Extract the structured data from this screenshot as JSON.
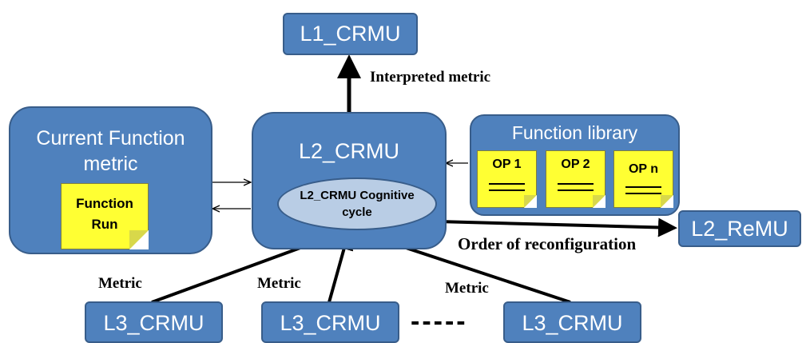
{
  "nodes": {
    "l1_crmu": "L1_CRMU",
    "l2_crmu": "L2_CRMU",
    "l2_cycle_line1": "L2_CRMU Cognitive",
    "l2_cycle_line2": "cycle",
    "current_function_line1": "Current Function",
    "current_function_line2": "metric",
    "function_run_line1": "Function",
    "function_run_line2": "Run",
    "function_library": "Function library",
    "op1": "OP 1",
    "op2": "OP 2",
    "opn": "OP n",
    "l2_remu": "L2_ReMU",
    "l3_crmu_1": "L3_CRMU",
    "l3_crmu_2": "L3_CRMU",
    "l3_crmu_3": "L3_CRMU",
    "ellipsis": "-----"
  },
  "labels": {
    "interpreted_metric": "Interpreted metric",
    "order_of_reconfiguration": "Order of reconfiguration",
    "metric_1": "Metric",
    "metric_2": "Metric",
    "metric_3": "Metric"
  },
  "colors": {
    "box_fill": "#4f81bd",
    "box_border": "#385d8a",
    "ellipse_fill": "#b9cde5",
    "note_fill": "#ffff33"
  }
}
